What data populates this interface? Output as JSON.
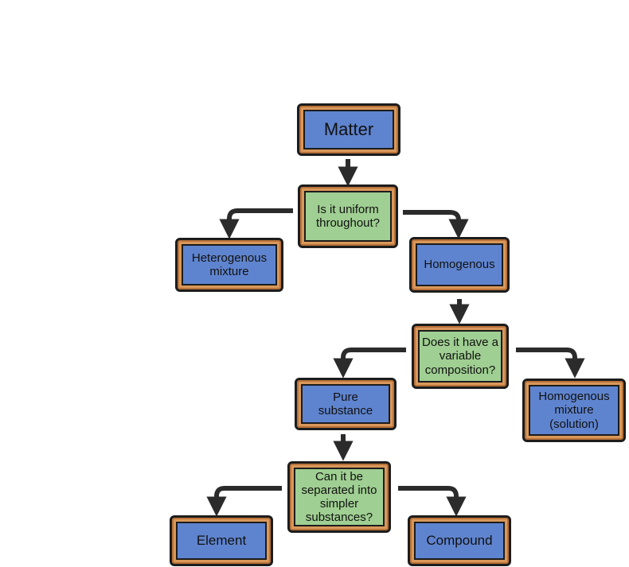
{
  "nodes": {
    "matter": "Matter",
    "q_uniform": "Is it uniform\nthroughout?",
    "heterogenous": "Heterogenous\nmixture",
    "homogenous": "Homogenous",
    "q_variable": "Does it have a\nvariable\ncomposition?",
    "pure_substance": "Pure\nsubstance",
    "homogenous_mixture": "Homogenous\nmixture\n(solution)",
    "q_separated": "Can it be\nseparated into\nsimpler\nsubstances?",
    "element": "Element",
    "compound": "Compound"
  },
  "colors": {
    "category_fill": "#5f84cf",
    "question_fill": "#9fcf92",
    "frame": "#d9985a",
    "arrow": "#1c1c1c"
  }
}
